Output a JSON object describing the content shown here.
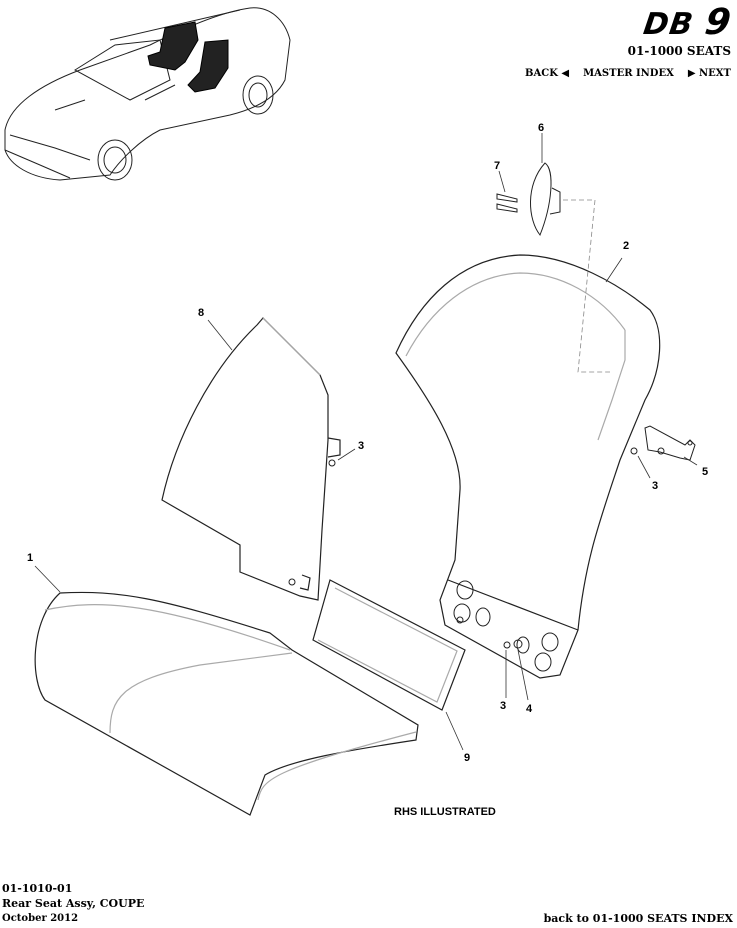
{
  "header": {
    "logo_text": "DB",
    "logo_number": "9",
    "section_title": "01-1000 SEATS",
    "nav": {
      "back_label": "BACK ◀",
      "master_index_label": "MASTER INDEX",
      "next_label": "▶ NEXT"
    }
  },
  "diagram": {
    "note": "RHS ILLUSTRATED",
    "callouts": [
      {
        "id": "1",
        "label": "1"
      },
      {
        "id": "2",
        "label": "2"
      },
      {
        "id": "3a",
        "label": "3"
      },
      {
        "id": "3b",
        "label": "3"
      },
      {
        "id": "3c",
        "label": "3"
      },
      {
        "id": "4",
        "label": "4"
      },
      {
        "id": "5",
        "label": "5"
      },
      {
        "id": "6",
        "label": "6"
      },
      {
        "id": "7",
        "label": "7"
      },
      {
        "id": "8",
        "label": "8"
      },
      {
        "id": "9",
        "label": "9"
      }
    ]
  },
  "footer": {
    "part_code": "01-1010-01",
    "part_title": "Rear Seat Assy, COUPE",
    "date": "October 2012",
    "index_link": "back to 01-1000 SEATS INDEX"
  }
}
